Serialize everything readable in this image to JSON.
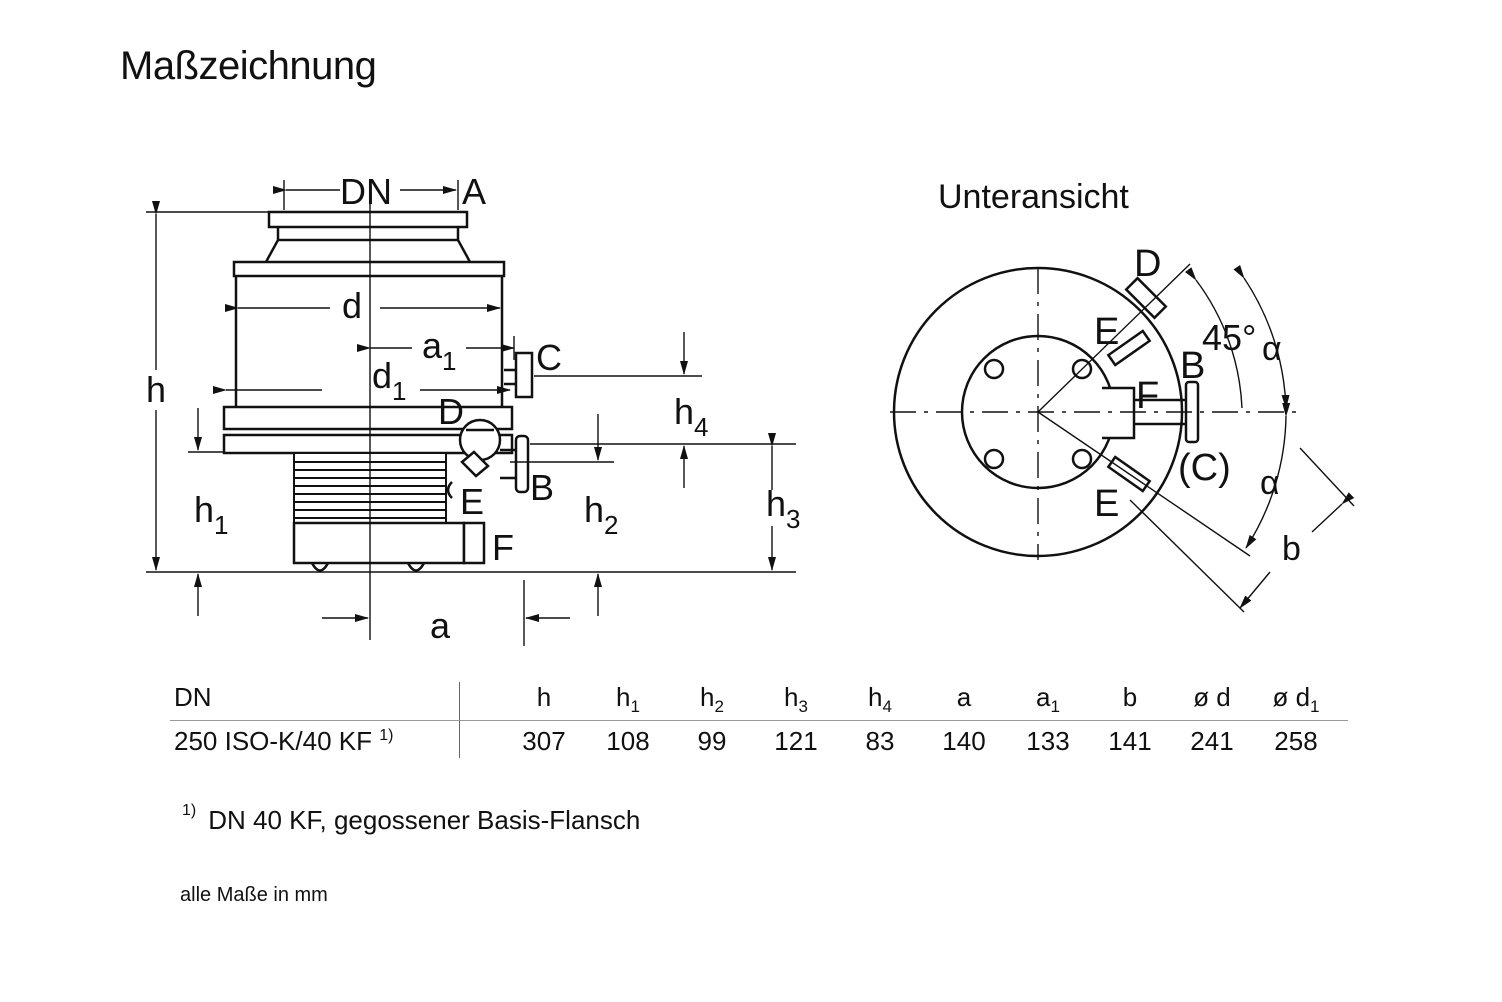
{
  "title": "Maßzeichnung",
  "side_view": {
    "label_dn": "DN",
    "label_a_flange": "A",
    "label_d": "d",
    "label_a1_base": "a",
    "label_a1_sub": "1",
    "label_c": "C",
    "label_d1_base": "d",
    "label_d1_sub": "1",
    "label_h": "h",
    "label_d_port": "D",
    "label_h4_base": "h",
    "label_h4_sub": "4",
    "label_e": "E",
    "label_b": "B",
    "label_h1_base": "h",
    "label_h1_sub": "1",
    "label_h2_base": "h",
    "label_h2_sub": "2",
    "label_h3_base": "h",
    "label_h3_sub": "3",
    "label_f": "F",
    "label_a": "a"
  },
  "bottom_view": {
    "title": "Unteransicht",
    "label_d": "D",
    "label_e_top": "E",
    "label_angle": "45°",
    "label_alpha_top": "α",
    "label_b": "B",
    "label_f": "F",
    "label_c": "(C)",
    "label_alpha_bottom": "α",
    "label_e_bottom": "E",
    "label_b_dim": "b"
  },
  "table": {
    "header_first": "DN",
    "columns": [
      {
        "base": "h",
        "sub": ""
      },
      {
        "base": "h",
        "sub": "1"
      },
      {
        "base": "h",
        "sub": "2"
      },
      {
        "base": "h",
        "sub": "3"
      },
      {
        "base": "h",
        "sub": "4"
      },
      {
        "base": "a",
        "sub": ""
      },
      {
        "base": "a",
        "sub": "1"
      },
      {
        "base": "b",
        "sub": ""
      },
      {
        "base": "ø d",
        "sub": ""
      },
      {
        "base": "ø d",
        "sub": "1"
      }
    ],
    "row_label": "250 ISO-K/40 KF",
    "row_label_note": "1)",
    "values": [
      "307",
      "108",
      "99",
      "121",
      "83",
      "140",
      "133",
      "141",
      "241",
      "258"
    ]
  },
  "footnote": {
    "marker": "1)",
    "text": "DN 40 KF, gegossener Basis-Flansch"
  },
  "units_note": "alle Maße in mm"
}
